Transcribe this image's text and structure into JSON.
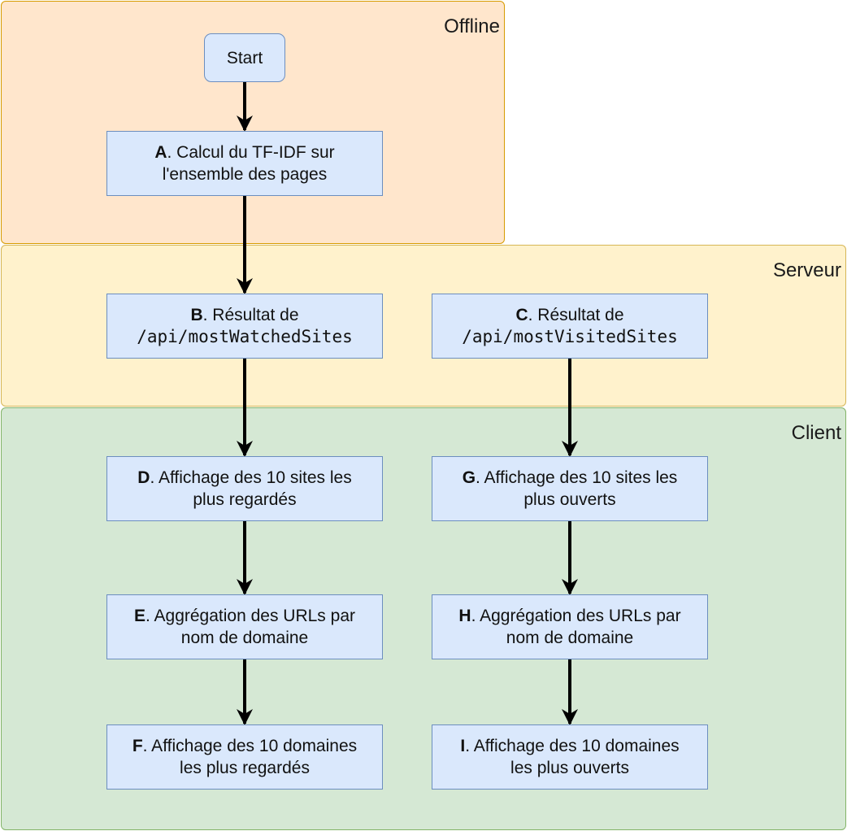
{
  "lanes": {
    "offline": "Offline",
    "serveur": "Serveur",
    "client": "Client"
  },
  "start": "Start",
  "steps": {
    "A": {
      "letter": "A",
      "line1": ". Calcul du TF-IDF sur",
      "line2": "l'ensemble des pages"
    },
    "B": {
      "letter": "B",
      "line1": ". Résultat de",
      "code": "/api/mostWatchedSites"
    },
    "C": {
      "letter": "C",
      "line1": ". Résultat de",
      "code": "/api/mostVisitedSites"
    },
    "D": {
      "letter": "D",
      "line1": ". Affichage des 10 sites les",
      "line2": "plus regardés"
    },
    "E": {
      "letter": "E",
      "line1": ". Aggrégation des URLs par",
      "line2": "nom de domaine"
    },
    "F": {
      "letter": "F",
      "line1": ". Affichage des 10 domaines",
      "line2": "les plus regardés"
    },
    "G": {
      "letter": "G",
      "line1": ". Affichage des 10 sites les",
      "line2": "plus ouverts"
    },
    "H": {
      "letter": "H",
      "line1": ". Aggrégation des URLs par",
      "line2": "nom de domaine"
    },
    "I": {
      "letter": "I",
      "line1": ". Affichage des 10 domaines",
      "line2": "les plus ouverts"
    }
  },
  "edges": [
    [
      "start",
      "A"
    ],
    [
      "A",
      "B"
    ],
    [
      "B",
      "D"
    ],
    [
      "D",
      "E"
    ],
    [
      "E",
      "F"
    ],
    [
      "C",
      "G"
    ],
    [
      "G",
      "H"
    ],
    [
      "H",
      "I"
    ]
  ]
}
